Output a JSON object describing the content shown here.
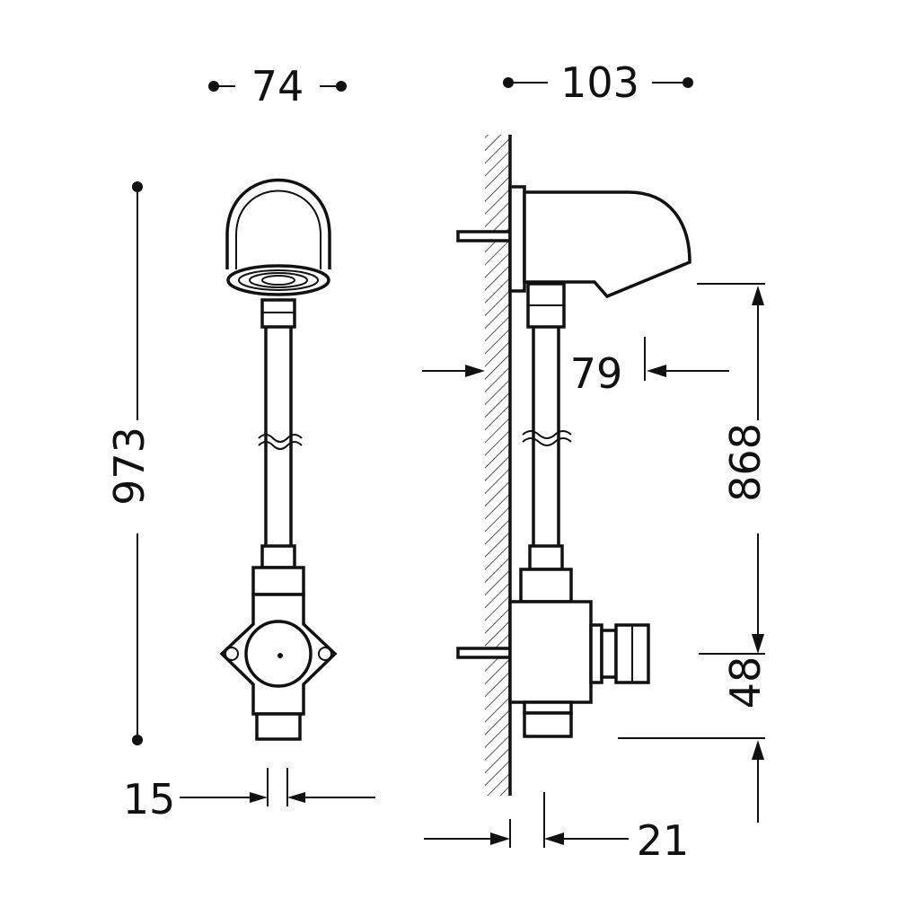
{
  "dimensions": {
    "front_width": "74",
    "side_depth": "103",
    "total_height": "973",
    "wall_offset": "79",
    "head_height": "868",
    "valve_offset": "48",
    "front_pipe": "15",
    "wall_gap": "21"
  },
  "colors": {
    "ink": "#111111",
    "background": "#ffffff"
  }
}
